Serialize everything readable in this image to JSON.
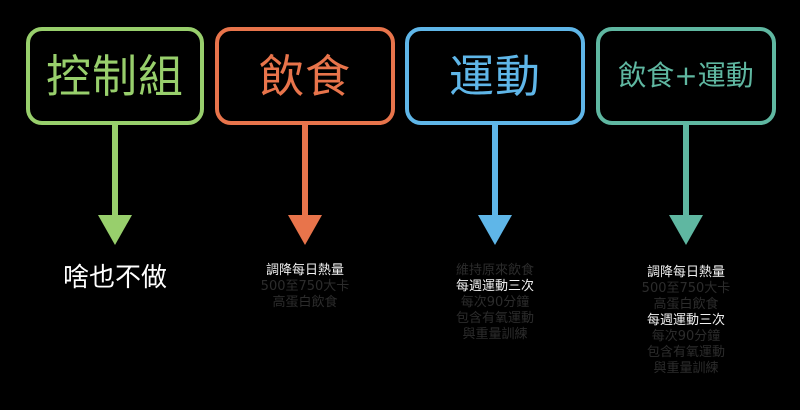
{
  "groups": [
    {
      "title": "控制組",
      "color": "#98cf6c",
      "description": [
        "啥也不做"
      ]
    },
    {
      "title": "飲食",
      "color": "#e8744b",
      "description": [
        {
          "text": "調降每日熱量",
          "emphasis": true
        },
        {
          "text": "500至750大卡",
          "emphasis": false
        },
        {
          "text": "高蛋白飲食",
          "emphasis": false
        }
      ]
    },
    {
      "title": "運動",
      "color": "#5fb6e8",
      "description": [
        {
          "text": "維持原來飲食",
          "emphasis": false
        },
        {
          "text": "每週運動三次",
          "emphasis": true
        },
        {
          "text": "每次90分鐘",
          "emphasis": false
        },
        {
          "text": "包含有氧運動",
          "emphasis": false
        },
        {
          "text": "與重量訓練",
          "emphasis": false
        }
      ]
    },
    {
      "title": "飲食+運動",
      "color": "#5fb7a1",
      "description": [
        {
          "text": "調降每日熱量",
          "emphasis": true
        },
        {
          "text": "500至750大卡",
          "emphasis": false
        },
        {
          "text": "高蛋白飲食",
          "emphasis": false
        },
        {
          "text": "每週運動三次",
          "emphasis": true
        },
        {
          "text": "每次90分鐘",
          "emphasis": false
        },
        {
          "text": "包含有氧運動",
          "emphasis": false
        },
        {
          "text": "與重量訓練",
          "emphasis": false
        }
      ]
    }
  ]
}
